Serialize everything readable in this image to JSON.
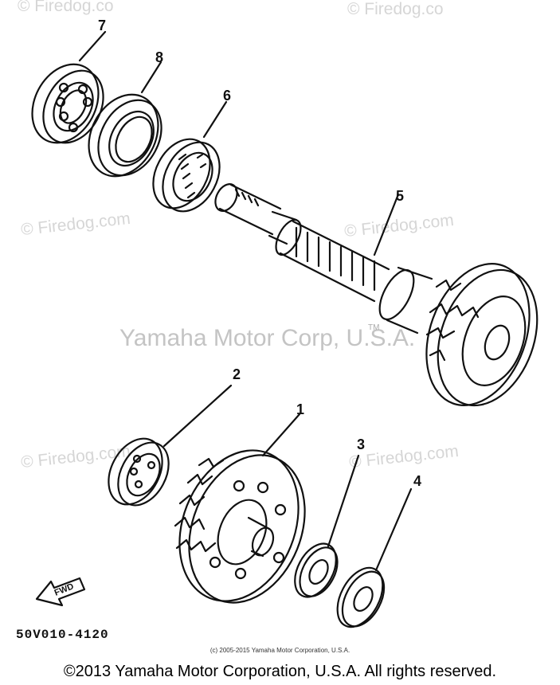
{
  "watermarks": {
    "firedog": "© Firedog.com",
    "firedog_clipped": "© Firedog.co",
    "firedog_top_right": "© Firedog.co",
    "center": "Yamaha Motor Corp, U.S.A.",
    "tm": "TM"
  },
  "callouts": [
    "7",
    "8",
    "6",
    "5",
    "2",
    "1",
    "3",
    "4"
  ],
  "direction_marker": "FWD",
  "diagram_code": "50V010-4120",
  "small_copyright": "(c) 2005-2015 Yamaha Motor Corporation, U.S.A.",
  "footer_copyright": "©2013 Yamaha Motor Corporation, U.S.A. All rights reserved."
}
